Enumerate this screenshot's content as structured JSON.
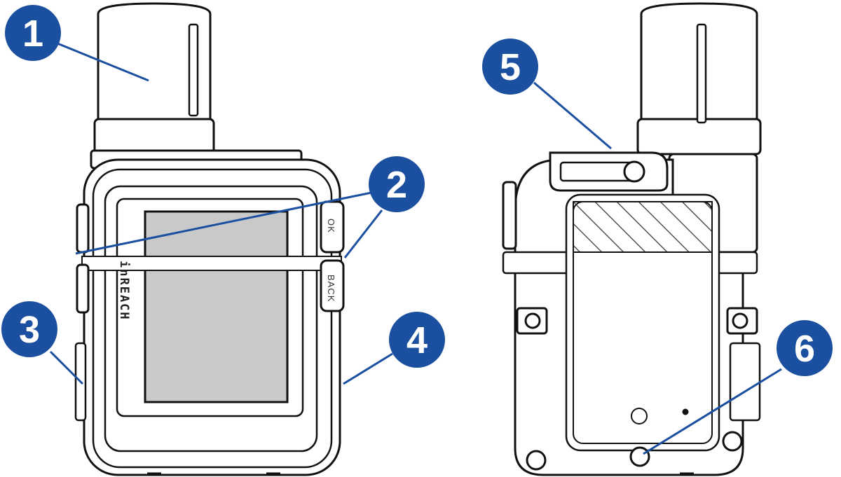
{
  "callouts": [
    {
      "id": "1",
      "label": "1"
    },
    {
      "id": "2",
      "label": "2"
    },
    {
      "id": "3",
      "label": "3"
    },
    {
      "id": "4",
      "label": "4"
    },
    {
      "id": "5",
      "label": "5"
    },
    {
      "id": "6",
      "label": "6"
    }
  ],
  "device": {
    "brand": "inREACH",
    "ok_label": "OK",
    "back_label": "BACK"
  },
  "colors": {
    "callout_fill": "#1b4fa0",
    "callout_text": "#ffffff",
    "leader_line": "#1b4fa0",
    "device_outline": "#111111",
    "screen_fill": "#c9c9c9",
    "hatch": "#333333"
  }
}
